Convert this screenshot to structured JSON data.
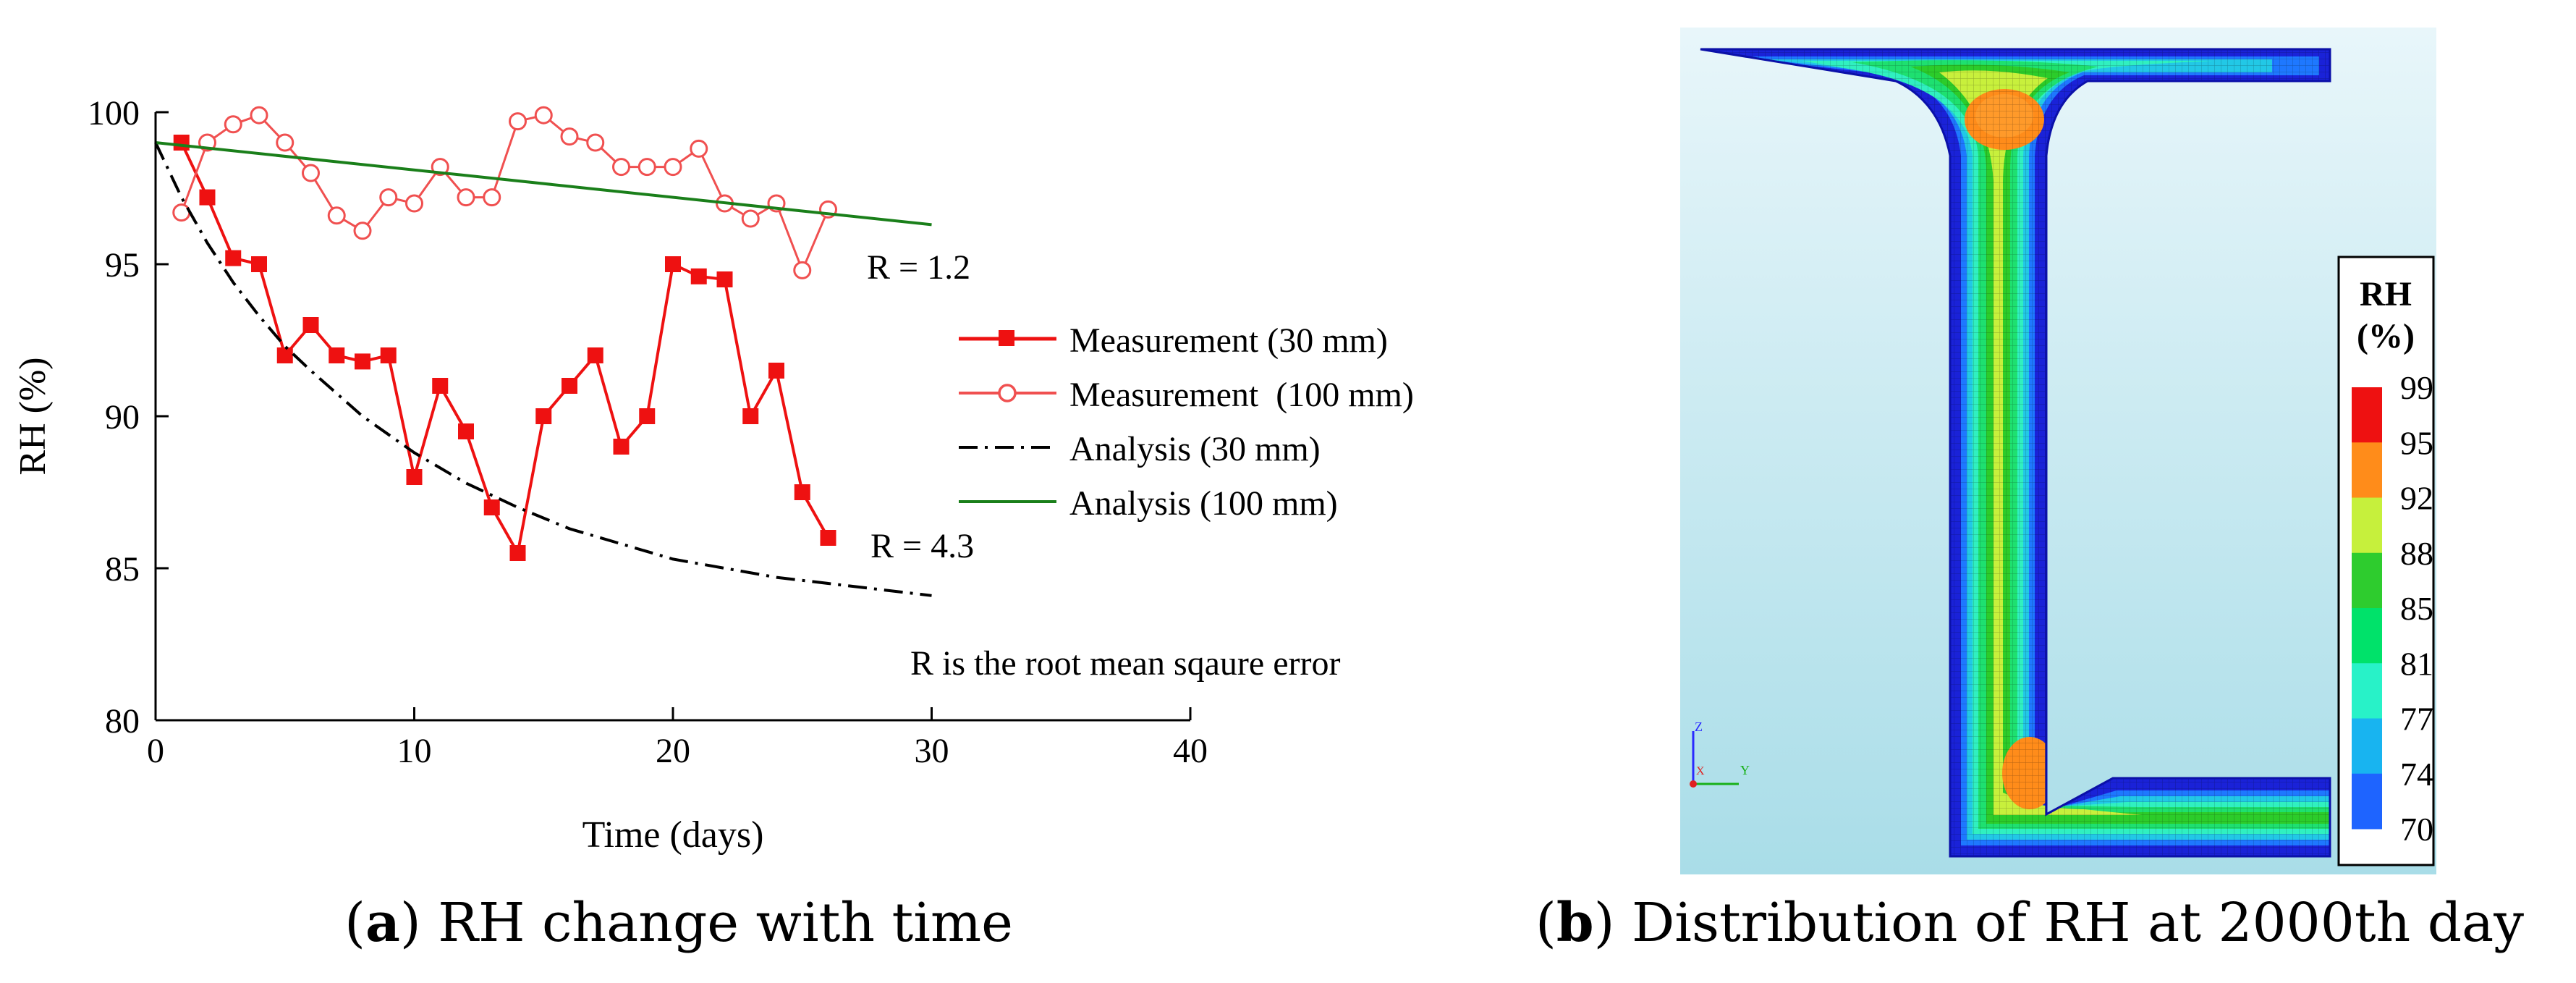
{
  "panel_a": {
    "caption_letter": "a",
    "caption_text": " RH change with time",
    "annotations": {
      "r_100": "R = 1.2",
      "r_30": "R = 4.3",
      "note": "R is the root mean sqaure error"
    }
  },
  "panel_b": {
    "caption_letter": "b",
    "caption_text": " Distribution of RH at 2000th day",
    "colorbar": {
      "title_line1": "RH",
      "title_line2": "(%)",
      "levels": [
        "99",
        "95",
        "92",
        "88",
        "85",
        "81",
        "77",
        "74",
        "70"
      ],
      "colors": [
        "#ee1111",
        "#ff8c1a",
        "#c6f03c",
        "#2ecc2e",
        "#00e26a",
        "#28f2c8",
        "#18b4f0",
        "#1e64ff"
      ]
    },
    "axis_triad": {
      "z": "Z",
      "x": "X",
      "y": "Y"
    }
  },
  "chart_data": {
    "type": "line",
    "title": "",
    "xlabel": "Time (days)",
    "ylabel": "RH (%)",
    "xlim": [
      0,
      40
    ],
    "ylim": [
      80,
      100
    ],
    "xticks": [
      0,
      10,
      20,
      30,
      40
    ],
    "yticks": [
      80,
      85,
      90,
      95,
      100
    ],
    "grid": false,
    "legend_position": "right",
    "series": [
      {
        "name": "Measurement (30 mm)",
        "style": "solid-line filled-square markers",
        "color": "#ee1111",
        "x": [
          1,
          2,
          3,
          4,
          5,
          6,
          7,
          8,
          9,
          10,
          11,
          12,
          13,
          14,
          15,
          16,
          17,
          18,
          19,
          20,
          21,
          22,
          23,
          24,
          25,
          26
        ],
        "y": [
          99.0,
          97.2,
          95.2,
          95.0,
          92.0,
          93.0,
          92.0,
          91.8,
          92.0,
          88.0,
          91.0,
          89.5,
          87.0,
          85.5,
          90.0,
          91.0,
          92.0,
          89.0,
          90.0,
          95.0,
          94.6,
          94.5,
          90.0,
          91.5,
          87.5,
          86.0
        ]
      },
      {
        "name": "Measurement  (100 mm)",
        "style": "solid-line open-circle markers",
        "color": "#f05050",
        "x": [
          1,
          2,
          3,
          4,
          5,
          6,
          7,
          8,
          9,
          10,
          11,
          12,
          13,
          14,
          15,
          16,
          17,
          18,
          19,
          20,
          21,
          22,
          23,
          24,
          25,
          26
        ],
        "y": [
          96.7,
          99.0,
          99.6,
          99.9,
          99.0,
          98.0,
          96.6,
          96.1,
          97.2,
          97.0,
          98.2,
          97.2,
          97.2,
          99.7,
          99.9,
          99.2,
          99.0,
          98.2,
          98.2,
          98.2,
          98.8,
          97.0,
          96.5,
          97.0,
          94.8,
          96.8
        ]
      },
      {
        "name": "Analysis (30 mm)",
        "style": "dash-dot line",
        "color": "#000000",
        "x": [
          0,
          1,
          2,
          3,
          4,
          5,
          6,
          8,
          10,
          12,
          14,
          16,
          18,
          20,
          22,
          24,
          26,
          28,
          30
        ],
        "y": [
          99.0,
          97.2,
          95.7,
          94.4,
          93.3,
          92.3,
          91.5,
          90.0,
          88.8,
          87.8,
          87.0,
          86.3,
          85.8,
          85.3,
          85.0,
          84.7,
          84.5,
          84.3,
          84.1
        ]
      },
      {
        "name": "Analysis (100 mm)",
        "style": "solid line",
        "color": "#1a7f1a",
        "x": [
          0,
          30
        ],
        "y": [
          99.0,
          96.3
        ]
      }
    ]
  }
}
